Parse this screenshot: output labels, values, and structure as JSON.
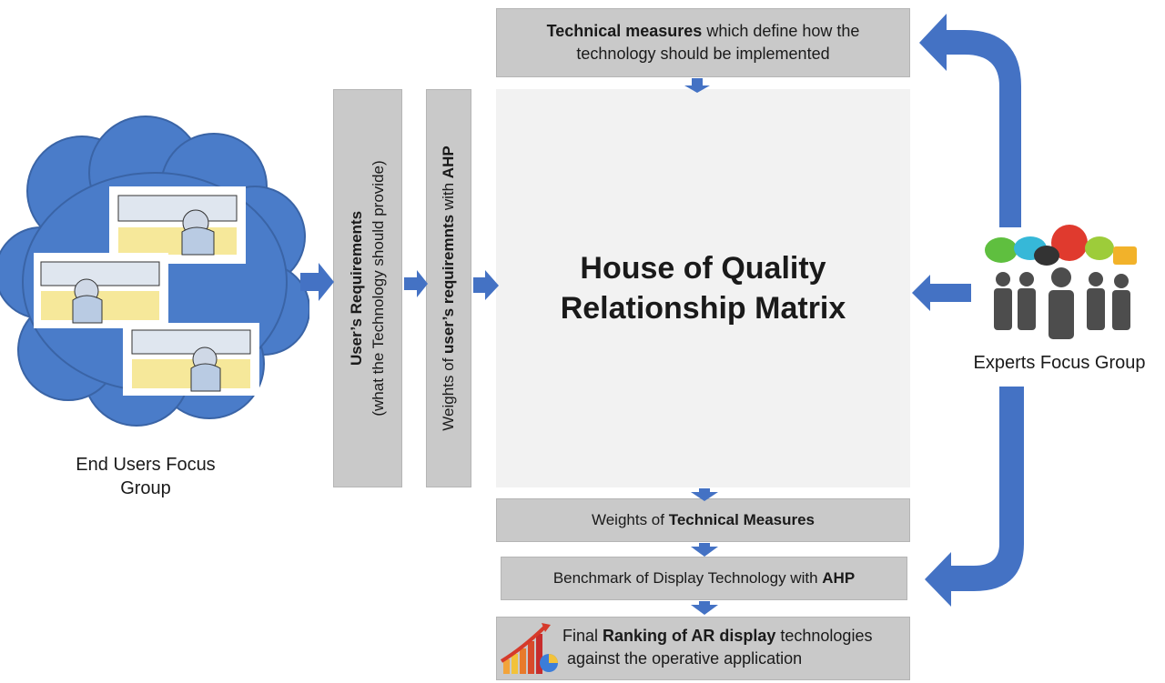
{
  "end_users": {
    "line1": "End Users Focus",
    "line2": "Group"
  },
  "user_requirements": {
    "bold": "User’s Requirements",
    "sub": "(what the Technology should  provide)"
  },
  "weights_requirements": {
    "pre": "Weights of ",
    "bold1": "user’s requiremnts",
    "mid": " with ",
    "bold2": "AHP"
  },
  "technical_measures": {
    "bold": "Technical measures",
    "rest1": " which define how the",
    "line2": "technology should be implemented"
  },
  "matrix": {
    "line1": "House of Quality",
    "line2": "Relationship Matrix"
  },
  "experts": {
    "label": "Experts Focus Group"
  },
  "weights_technical": {
    "pre": "Weights of ",
    "bold": "Technical Measures"
  },
  "benchmark": {
    "pre": "Benchmark of Display Technology with ",
    "bold": "AHP"
  },
  "final": {
    "pre": "Final ",
    "bold": "Ranking of AR display",
    "rest1": " technologies",
    "line2": "against the operative application"
  },
  "colors": {
    "arrow": "#4472c4",
    "cloud": "#4a7cc9",
    "box_grey": "#c9c9c9",
    "matrix_bg": "#f2f2f2"
  }
}
